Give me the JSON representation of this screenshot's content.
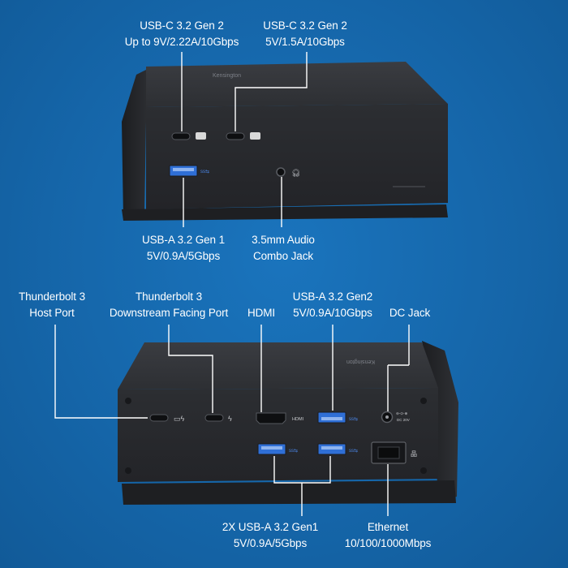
{
  "labels": {
    "usbc_front_left": {
      "line1": "USB-C 3.2 Gen 2",
      "line2": "Up to 9V/2.22A/10Gbps"
    },
    "usbc_front_right": {
      "line1": "USB-C 3.2 Gen 2",
      "line2": "5V/1.5A/10Gbps"
    },
    "usba_front": {
      "line1": "USB-A 3.2 Gen 1",
      "line2": "5V/0.9A/5Gbps"
    },
    "audio_jack": {
      "line1": "3.5mm Audio",
      "line2": "Combo Jack"
    },
    "tb3_host": {
      "line1": "Thunderbolt 3",
      "line2": "Host Port"
    },
    "tb3_downstream": {
      "line1": "Thunderbolt 3",
      "line2": "Downstream Facing Port"
    },
    "hdmi": {
      "line1": "HDMI"
    },
    "usba_rear": {
      "line1": "USB-A 3.2 Gen2",
      "line2": "5V/0.9A/10Gbps"
    },
    "dc_jack": {
      "line1": "DC Jack"
    },
    "usba_rear_pair": {
      "line1": "2X USB-A 3.2 Gen1",
      "line2": "5V/0.9A/5Gbps"
    },
    "ethernet": {
      "line1": "Ethernet",
      "line2": "10/100/1000Mbps"
    }
  },
  "device": {
    "brand_front": "Kensington",
    "brand_rear": "Kensington",
    "hdmi_marking": "HDMI",
    "dc_marking": "DC 20V"
  },
  "colors": {
    "background": "#1565a8",
    "device_body": "#2b2d31",
    "usb3_blue": "#2f6fd6",
    "leader_line": "#ffffff"
  }
}
